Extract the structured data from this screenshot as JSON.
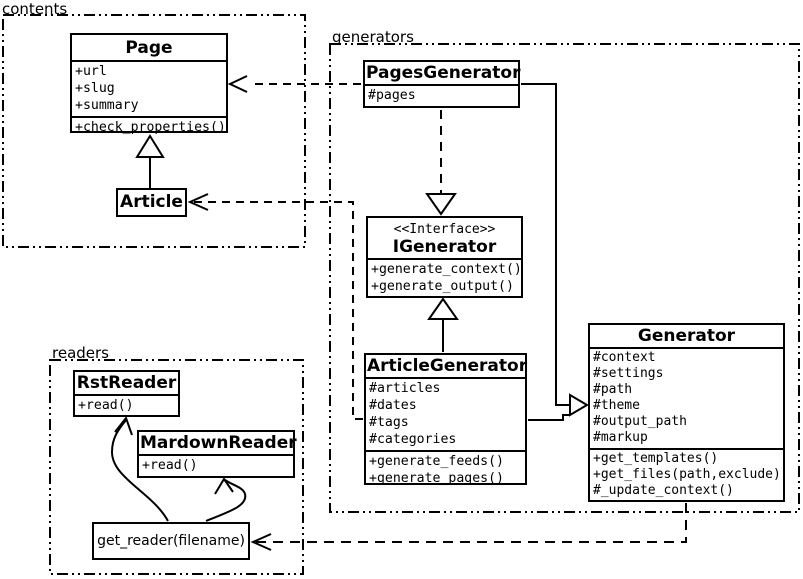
{
  "diagram_title": "UML class diagram",
  "colors": {
    "line": "#000000",
    "background": "#ffffff"
  },
  "packages": {
    "contents": {
      "label": "contents"
    },
    "generators": {
      "label": "generators"
    },
    "readers": {
      "label": "readers"
    }
  },
  "classes": {
    "page": {
      "title": "Page",
      "attrs": [
        "+url",
        "+slug",
        "+summary"
      ],
      "methods": [
        "+check_properties()"
      ]
    },
    "article": {
      "title": "Article"
    },
    "pages_generator": {
      "title": "PagesGenerator",
      "attrs": [
        "#pages"
      ]
    },
    "igenerator": {
      "stereotype": "<<Interface>>",
      "title": "IGenerator",
      "methods": [
        "+generate_context()",
        "+generate_output()"
      ]
    },
    "article_generator": {
      "title": "ArticleGenerator",
      "attrs": [
        "#articles",
        "#dates",
        "#tags",
        "#categories"
      ],
      "methods": [
        "+generate_feeds()",
        "+generate_pages()"
      ]
    },
    "generator": {
      "title": "Generator",
      "attrs": [
        "#context",
        "#settings",
        "#path",
        "#theme",
        "#output_path",
        "#markup"
      ],
      "methods": [
        "+get_templates()",
        "+get_files(path,exclude)",
        "#_update_context()"
      ]
    },
    "rst_reader": {
      "title": "RstReader",
      "methods": [
        "+read()"
      ]
    },
    "mardown_reader": {
      "title": "MardownReader",
      "methods": [
        "+read()"
      ]
    }
  },
  "nodes": {
    "get_reader": {
      "label": "get_reader(filename)"
    }
  },
  "relationships": [
    {
      "from": "Article",
      "to": "Page",
      "type": "generalization"
    },
    {
      "from": "PagesGenerator",
      "to": "Page",
      "type": "dependency"
    },
    {
      "from": "ArticleGenerator",
      "to": "Article",
      "type": "dependency"
    },
    {
      "from": "PagesGenerator",
      "to": "IGenerator",
      "type": "realization"
    },
    {
      "from": "ArticleGenerator",
      "to": "IGenerator",
      "type": "generalization"
    },
    {
      "from": "PagesGenerator",
      "to": "Generator",
      "type": "generalization"
    },
    {
      "from": "ArticleGenerator",
      "to": "Generator",
      "type": "generalization"
    },
    {
      "from": "Generator",
      "to": "get_reader(filename)",
      "type": "dependency"
    },
    {
      "from": "get_reader(filename)",
      "to": "RstReader",
      "type": "association"
    },
    {
      "from": "get_reader(filename)",
      "to": "MardownReader",
      "type": "association"
    }
  ]
}
